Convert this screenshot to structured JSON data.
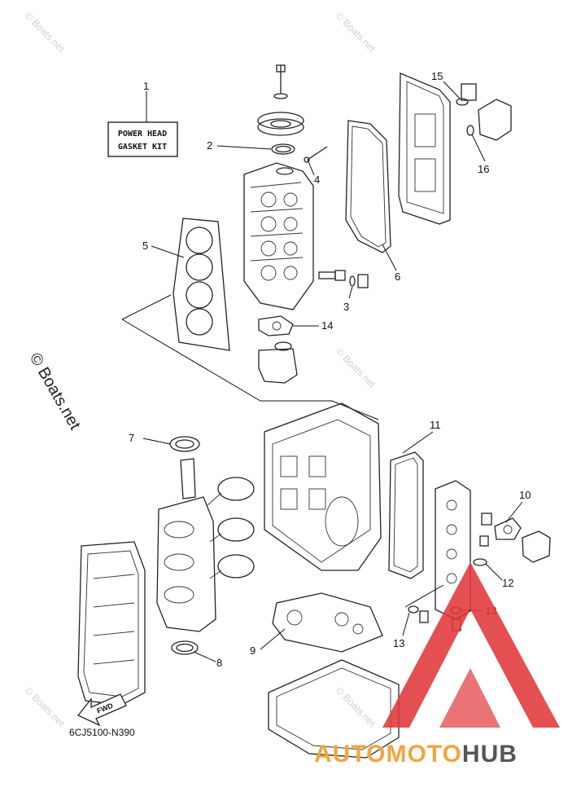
{
  "watermarks": {
    "text": "© Boats.net"
  },
  "kit_label": {
    "line1": "POWER HEAD",
    "line2": "GASKET KIT"
  },
  "callouts": [
    "1",
    "2",
    "3",
    "4",
    "5",
    "6",
    "7",
    "8",
    "9",
    "10",
    "11",
    "12",
    "13",
    "13",
    "14",
    "15",
    "16"
  ],
  "fwd_label": "FWD",
  "diagram_code": "6CJ5100-N390",
  "brand": {
    "part1": "AUTOMOTO",
    "part2": "HUB",
    "color1": "#f0a640",
    "color2": "#555555",
    "logo_color": "#e0383a"
  }
}
